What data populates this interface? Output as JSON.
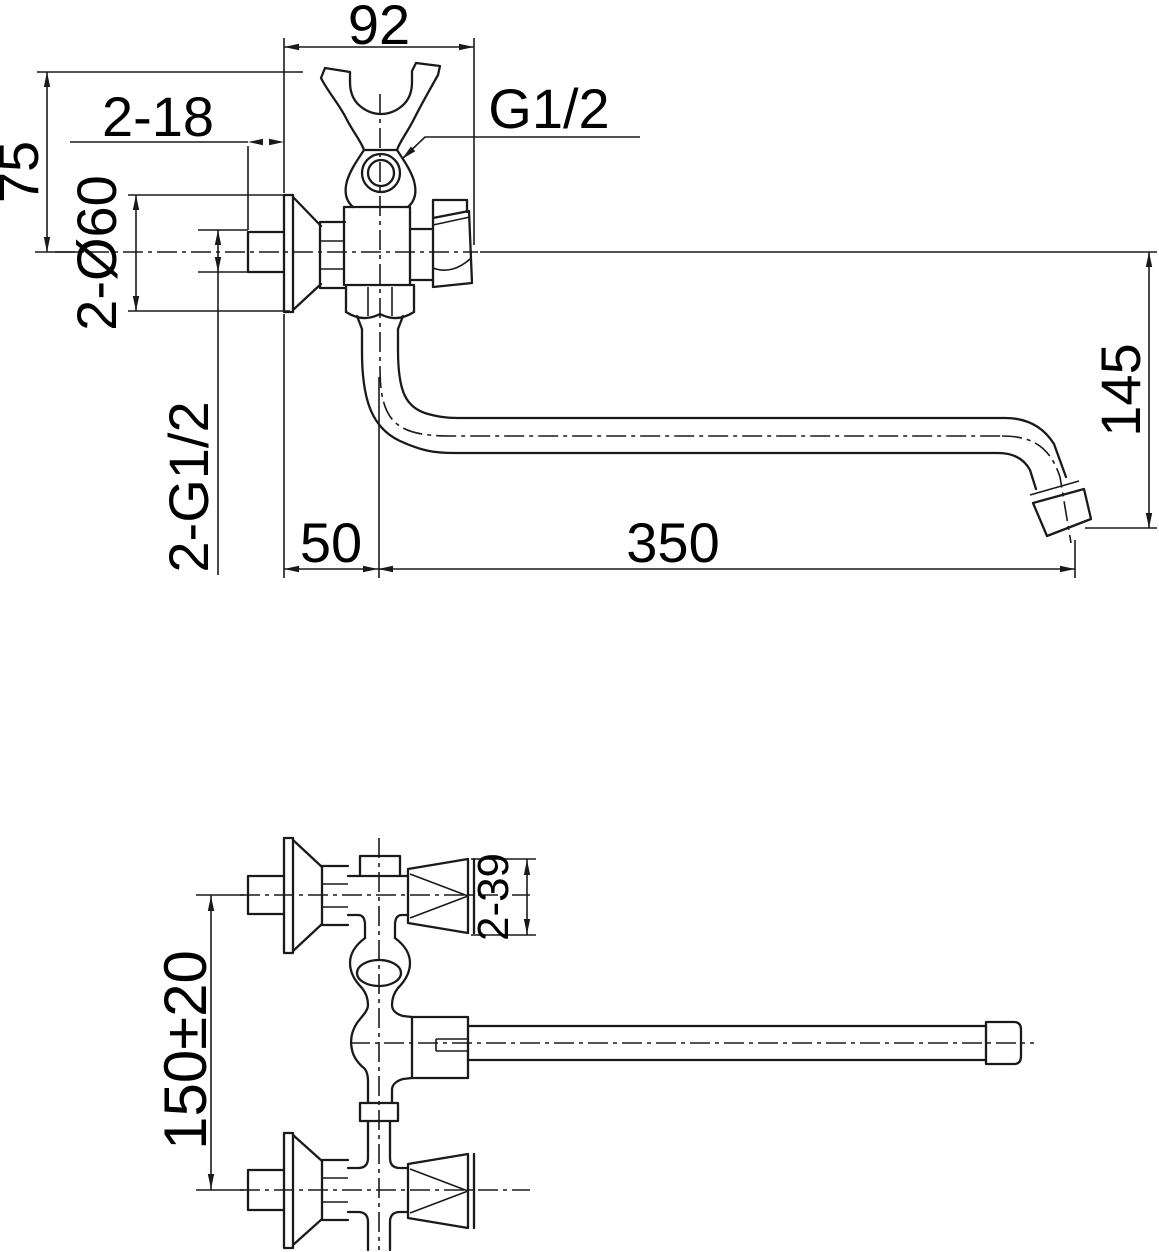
{
  "document": {
    "type": "faucet installation technical drawing",
    "paper_color": "#ffffff",
    "ink_color": "#1a1a1a"
  },
  "front_view": {
    "dim_body_width": "92",
    "dim_holder_height": "75",
    "dim_thread_length": "2-18",
    "dim_escutcheon_diameter": "2-Ø60",
    "dim_shower_thread": "G1/2",
    "dim_inlet_thread": "2-G1/2",
    "dim_wall_to_axis": "50",
    "dim_spout_reach": "350",
    "dim_spout_drop": "145"
  },
  "plan_view": {
    "dim_inlet_distance": "150±20",
    "dim_handle_size": "2-39"
  }
}
